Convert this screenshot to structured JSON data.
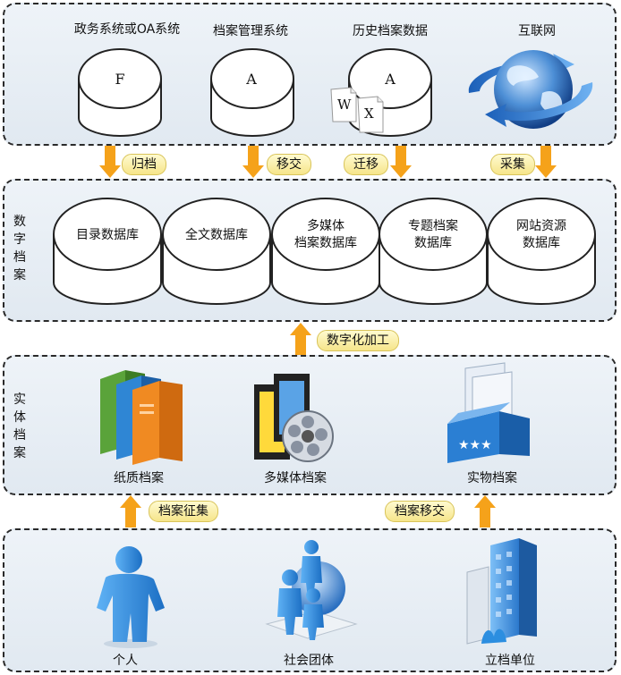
{
  "top": {
    "systems": [
      {
        "label": "政务系统或OA系统",
        "letter": "F"
      },
      {
        "label": "档案管理系统",
        "letter": "A"
      },
      {
        "label": "历史档案数据",
        "letter": "A",
        "doc_letters": [
          "W",
          "X"
        ]
      },
      {
        "label": "互联网"
      }
    ]
  },
  "flows_down": [
    "归档",
    "移交",
    "迁移",
    "采集"
  ],
  "digital": {
    "title": "数字档案",
    "databases": [
      {
        "line1": "目录数据库",
        "line2": ""
      },
      {
        "line1": "全文数据库",
        "line2": ""
      },
      {
        "line1": "多媒体",
        "line2": "档案数据库"
      },
      {
        "line1": "专题档案",
        "line2": "数据库"
      },
      {
        "line1": "网站资源",
        "line2": "数据库"
      }
    ]
  },
  "digitize_label": "数字化加工",
  "physical": {
    "title": "实体档案",
    "items": [
      "纸质档案",
      "多媒体档案",
      "实物档案"
    ]
  },
  "flows_up": [
    "档案征集",
    "档案移交"
  ],
  "sources": [
    "个人",
    "社会团体",
    "立档单位"
  ],
  "colors": {
    "arrow": "#f5a21a",
    "cylinder": "#ffffff",
    "person": "#2c8ee0",
    "tag": "#f6e58a"
  }
}
